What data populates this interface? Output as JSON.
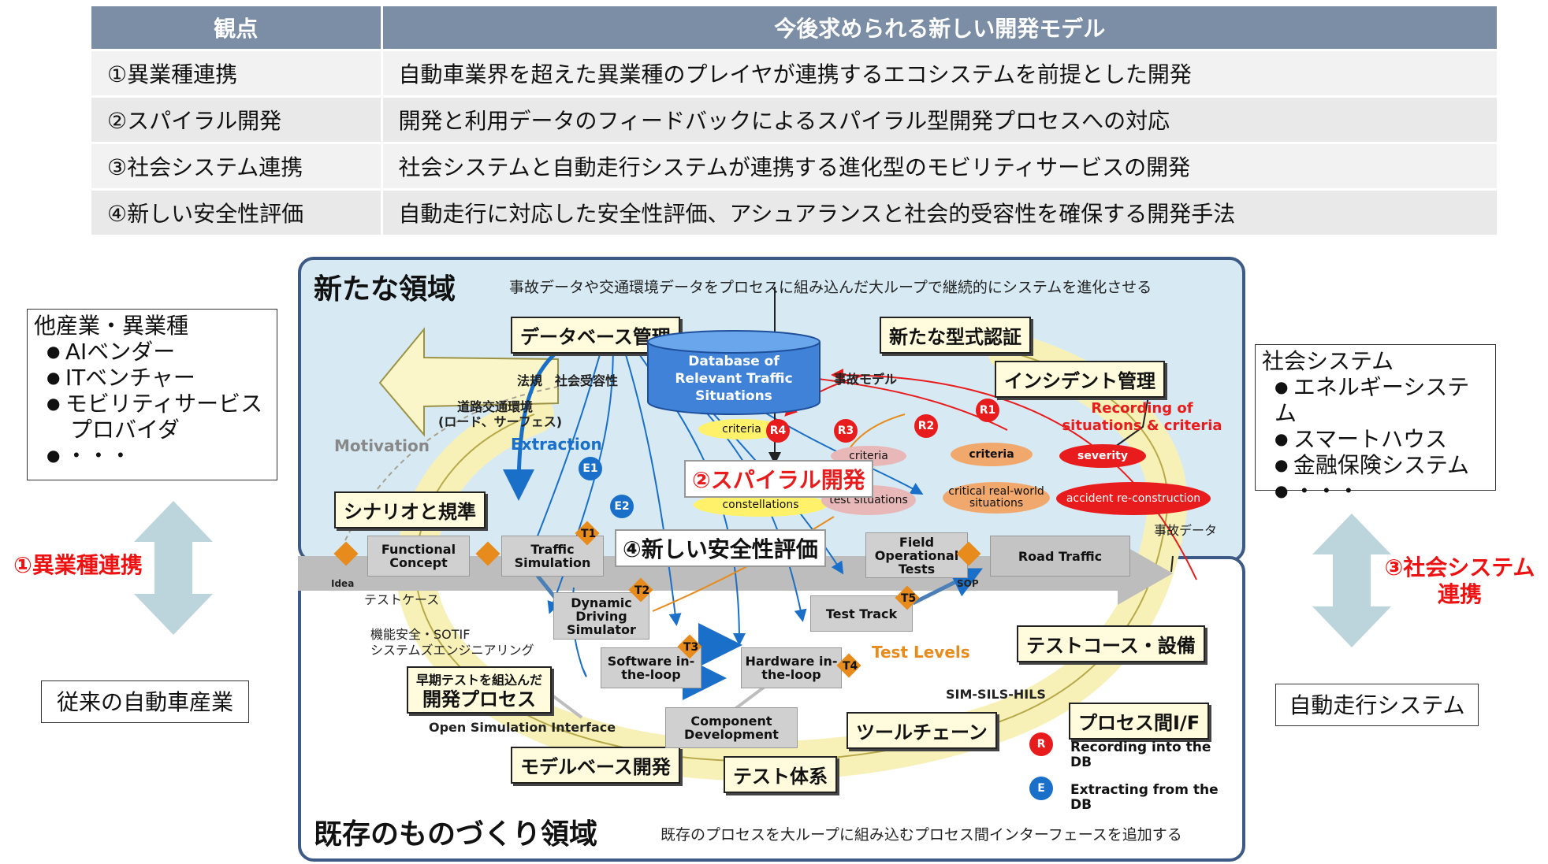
{
  "table": {
    "headers": [
      "観点",
      "今後求められる新しい開発モデル"
    ],
    "rows": [
      [
        "①異業種連携",
        "自動車業界を超えた異業種のプレイヤが連携するエコシステムを前提とした開発"
      ],
      [
        "②スパイラル開発",
        "開発と利用データのフィードバックによるスパイラル型開発プロセスへの対応"
      ],
      [
        "③社会システム連携",
        "社会システムと自動走行システムが連携する進化型のモビリティサービスの開発"
      ],
      [
        "④新しい安全性評価",
        "自動走行に対応した安全性評価、アシュアランスと社会的受容性を確保する開発手法"
      ]
    ]
  },
  "left": {
    "box_title": "他産業・異業種",
    "box_items": [
      "AIベンダー",
      "ITベンチャー",
      "モビリティサービス",
      "プロバイダ",
      "・・・"
    ],
    "label": "①異業種連携",
    "bottom_box": "従来の自動車産業"
  },
  "right": {
    "box_title": "社会システム",
    "box_items": [
      "エネルギーシステム",
      "スマートハウス",
      "金融保険システム",
      "・・・"
    ],
    "label_line1": "③社会システム",
    "label_line2": "連携",
    "bottom_box": "自動走行システム"
  },
  "diagram": {
    "top_title": "新たな領域",
    "top_caption": "事故データや交通環境データをプロセスに組み込んだ大ループで継続的にシステムを進化させる",
    "bottom_title": "既存のものづくり領域",
    "bottom_caption": "既存のプロセスを大ループに組み込むプロセス間インターフェースを追加する",
    "labels": {
      "db_mgmt": "データベース管理",
      "type_cert": "新たな型式認証",
      "incident": "インシデント管理",
      "scenario": "シナリオと規準",
      "test_course": "テストコース・設備",
      "early_test_sub": "早期テストを組込んだ",
      "early_test": "開発プロセス",
      "toolchain": "ツールチェーン",
      "model_based": "モデルベース開発",
      "test_system": "テスト体系",
      "process_if": "プロセス間I/F"
    },
    "database": "Database of Relevant Traffic Situations",
    "boxes": {
      "functional": "Functional Concept",
      "traffic": "Traffic Simulation",
      "field": "Field Operational Tests",
      "road": "Road Traffic",
      "dds": "Dynamic Driving Simulator",
      "test_track": "Test Track",
      "sil": "Software in-the-loop",
      "hil": "Hardware in-the-loop",
      "component": "Component Development"
    },
    "small_texts": {
      "law": "法規　社会受容性",
      "road_env": "道路交通環境",
      "road_env2": "(ロード、サーフェス)",
      "accident_model": "事故モデル",
      "motivation": "Motivation",
      "extraction": "Extraction",
      "idea": "Idea",
      "sop": "SOP",
      "accident_data": "事故データ",
      "test_case": "テストケース",
      "safety1": "機能安全・SOTIF",
      "safety2": "システムズエンジニアリング",
      "test_levels": "Test Levels",
      "sim": "SIM-SILS-HILS",
      "osi": "Open Simulation Interface",
      "recording": "Recording of situations & criteria"
    },
    "ellipses": {
      "criteria1": "criteria",
      "constellations": "constellations",
      "criteria2": "criteria",
      "test_situations": "test situations",
      "criteria3": "criteria",
      "critical": "critical real-world situations",
      "severity": "severity",
      "accident": "accident re-construction"
    },
    "callouts": {
      "spiral": "②スパイラル開発",
      "safety": "④新しい安全性評価"
    },
    "legend": {
      "r_text": "Recording into the DB",
      "e_text": "Extracting from the DB"
    },
    "markers": {
      "R1": "R1",
      "R2": "R2",
      "R3": "R3",
      "R4": "R4",
      "E1": "E1",
      "E2": "E2",
      "T1": "T1",
      "T2": "T2",
      "T3": "T3",
      "T4": "T4",
      "T5": "T5",
      "R": "R",
      "E": "E"
    }
  },
  "colors": {
    "header": "#7b8ea6",
    "panel_border": "#3d5a86",
    "panel_top": "#d7eaf4",
    "accent_red": "#e81c1c",
    "accent_blue": "#1a6fc8",
    "orange": "#e78b1c"
  }
}
